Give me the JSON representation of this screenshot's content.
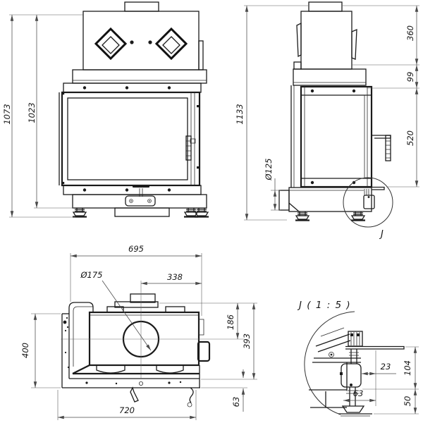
{
  "front_view": {
    "total_height": "1073",
    "body_height": "1023"
  },
  "side_view": {
    "total_height": "1133",
    "hood_height": "360",
    "collar_height": "99",
    "glass_height": "520",
    "air_inlet_diameter": "Ø125",
    "detail_mark": "J"
  },
  "top_view": {
    "body_width": "695",
    "flue_diameter": "Ø175",
    "flue_offset": "338",
    "flue_center_depth": "186",
    "body_depth": "393",
    "total_depth": "400",
    "base_width": "720",
    "base_lip": "63"
  },
  "detail_view": {
    "title": "J ( 1 : 5 )",
    "valve_width": "23",
    "upper_height": "104",
    "foot_offset": "63",
    "foot_height": "50"
  }
}
